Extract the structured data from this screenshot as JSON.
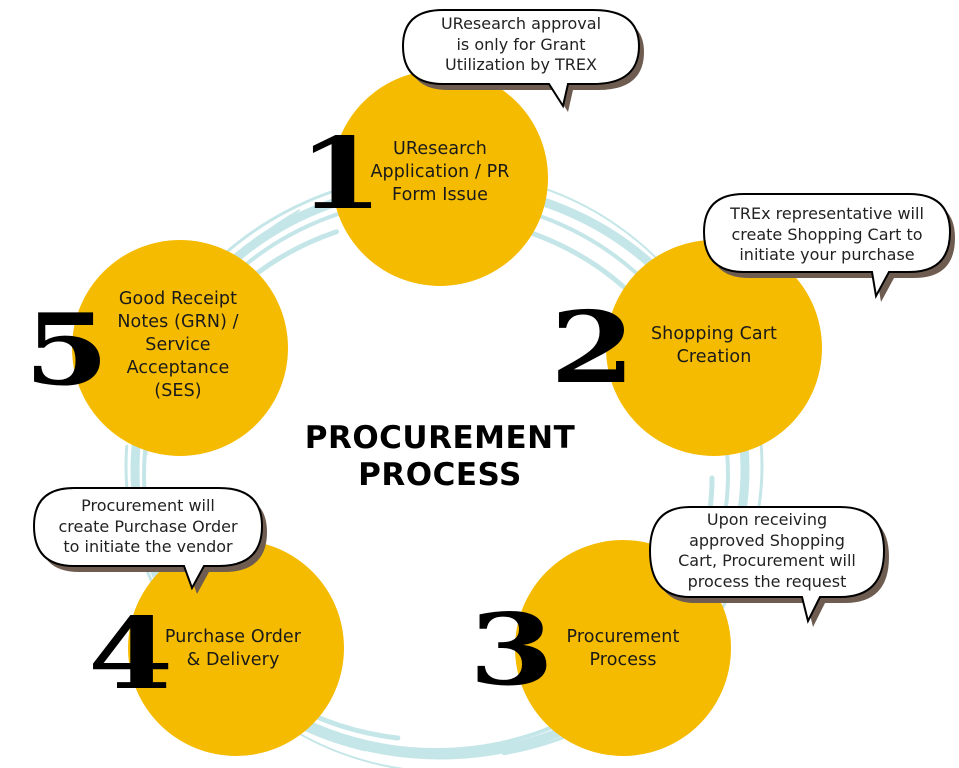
{
  "title": {
    "line1": "PROCUREMENT",
    "line2": "PROCESS"
  },
  "colors": {
    "circle_fill": "#f5bb00",
    "swoosh": "#c5e6e8",
    "bubble_shadow": "#6e5c51",
    "numeral": "#000000",
    "text": "#1a1a1a"
  },
  "steps": [
    {
      "number": "1",
      "lines": [
        "UResearch",
        "Application / PR",
        "Form Issue"
      ],
      "note": [
        "UResearch approval",
        "is only for Grant",
        "Utilization by TREX"
      ]
    },
    {
      "number": "2",
      "lines": [
        "Shopping Cart",
        "Creation"
      ],
      "note": [
        "TREx representative will",
        "create Shopping Cart to",
        "initiate your purchase"
      ]
    },
    {
      "number": "3",
      "lines": [
        "Procurement",
        "Process"
      ],
      "note": [
        "Upon receiving",
        "approved Shopping",
        "Cart, Procurement will",
        "process the request"
      ]
    },
    {
      "number": "4",
      "lines": [
        "Purchase Order",
        "& Delivery"
      ],
      "note": [
        "Procurement will",
        "create Purchase Order",
        "to initiate the vendor"
      ]
    },
    {
      "number": "5",
      "lines": [
        "Good Receipt",
        "Notes (GRN) /",
        "Service",
        "Acceptance",
        "(SES)"
      ],
      "note": null
    }
  ]
}
